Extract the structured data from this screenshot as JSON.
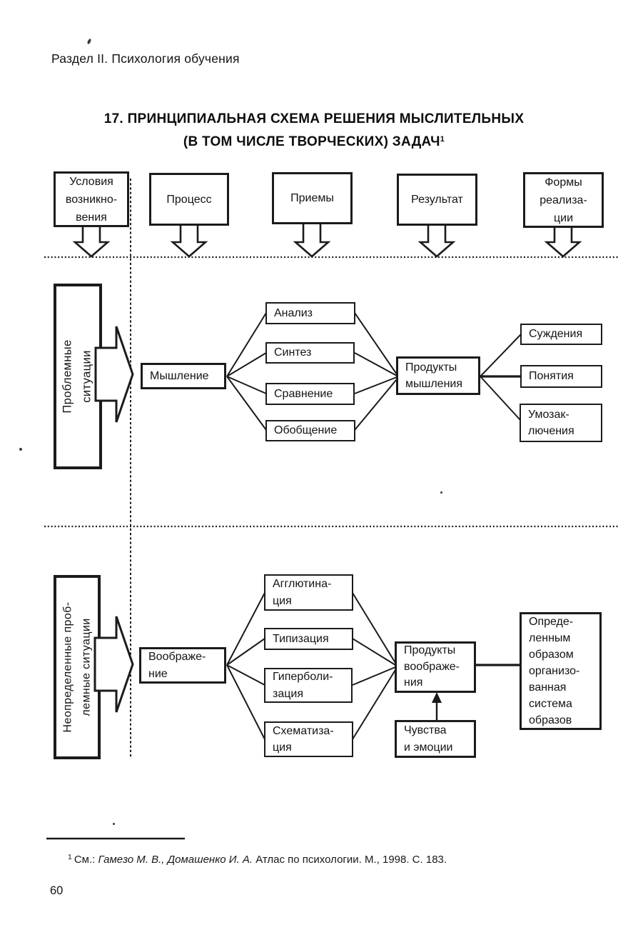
{
  "page": {
    "section_header": "Раздел II. Психология обучения",
    "title_line1": "17. ПРИНЦИПИАЛЬНАЯ СХЕМА РЕШЕНИЯ МЫСЛИТЕЛЬНЫХ",
    "title_line2": "(В ТОМ ЧИСЛЕ ТВОРЧЕСКИХ) ЗАДАЧ",
    "title_footnote_marker": "1",
    "page_number": "60"
  },
  "diagram": {
    "columns": [
      {
        "lines": [
          "Условия",
          "возникно-",
          "вения"
        ]
      },
      {
        "lines": [
          "Процесс"
        ]
      },
      {
        "lines": [
          "Приемы"
        ]
      },
      {
        "lines": [
          "Результат"
        ]
      },
      {
        "lines": [
          "Формы",
          "реализа-",
          "ции"
        ]
      }
    ],
    "thinking": {
      "source_lines": [
        "Проблемные",
        "ситуации"
      ],
      "process": "Мышление",
      "techniques": [
        "Анализ",
        "Синтез",
        "Сравнение",
        "Обобщение"
      ],
      "result_lines": [
        "Продукты",
        "мышления"
      ],
      "forms": [
        {
          "lines": [
            "Суждения"
          ]
        },
        {
          "lines": [
            "Понятия"
          ]
        },
        {
          "lines": [
            "Умозак-",
            "лючения"
          ]
        }
      ]
    },
    "imagination": {
      "source_lines": [
        "Неопределенные проб-",
        "лемные ситуации"
      ],
      "process_lines": [
        "Воображе-",
        "ние"
      ],
      "techniques": [
        {
          "lines": [
            "Агглютина-",
            "ция"
          ]
        },
        {
          "lines": [
            "Типизация"
          ]
        },
        {
          "lines": [
            "Гиперболи-",
            "зация"
          ]
        },
        {
          "lines": [
            "Схематиза-",
            "ция"
          ]
        }
      ],
      "result_lines": [
        "Продукты",
        "воображе-",
        "ния"
      ],
      "input_lines": [
        "Чувства",
        "и эмоции"
      ],
      "forms_lines": [
        "Опреде-",
        "ленным",
        "образом",
        "организо-",
        "ванная",
        "система",
        "образов"
      ]
    }
  },
  "footnote": {
    "marker": "1",
    "prefix": "См.: ",
    "authors": "Гамезо М. В., Домашенко И. А.",
    "rest": " Атлас по психологии. М., 1998. С. 183."
  },
  "colors": {
    "ink": "#1b1b1b",
    "paper": "#ffffff"
  }
}
